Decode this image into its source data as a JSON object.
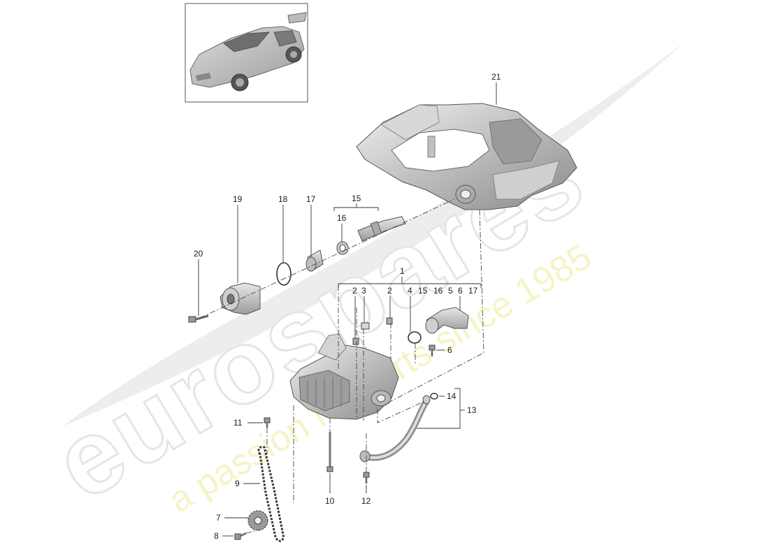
{
  "watermark": {
    "brand": "eurospares",
    "tagline": "a passion for parts since 1985"
  },
  "thumbnail": {
    "icon": "car-thumbnail-icon"
  },
  "labels": {
    "l1": "1",
    "l2a": "2",
    "l2b": "2",
    "l3": "3",
    "l4": "4",
    "l5": "5",
    "l6a": "6",
    "l6b": "6",
    "l7": "7",
    "l8": "8",
    "l9": "9",
    "l10": "10",
    "l11": "11",
    "l12": "12",
    "l13": "13",
    "l14": "14",
    "l15a": "15",
    "l15b": "15",
    "l16a": "16",
    "l16b": "16",
    "l17a": "17",
    "l17b": "17",
    "l18": "18",
    "l19": "19",
    "l20": "20",
    "l21": "21"
  }
}
